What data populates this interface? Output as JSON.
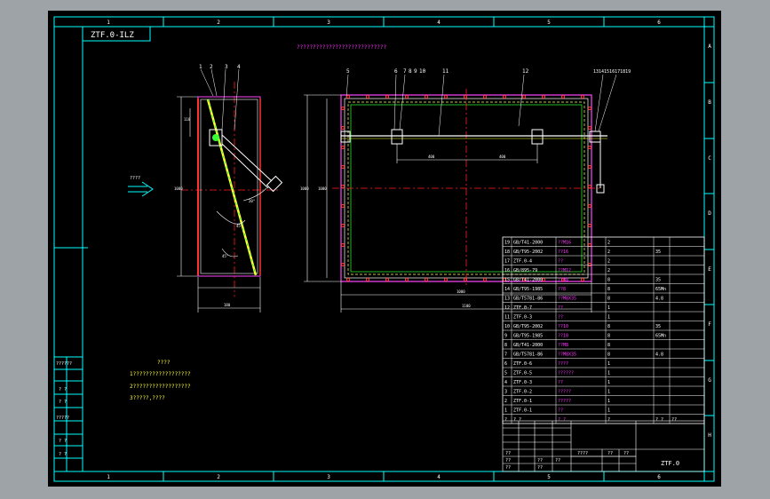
{
  "colors": {
    "frame": "#00ffff",
    "text": "#ffffff",
    "text_green": "#33ff33",
    "text_magenta": "#ff33ff",
    "red_part": "#ff3333",
    "centerline": "#ff2020",
    "hatch": "#ffff33",
    "yellow_line": "#ffff00"
  },
  "drawing": {
    "code_box": "ZTF.0-ILZ",
    "header_note": "????????????????????????????",
    "flow_label": "????",
    "front_callouts": [
      "1",
      "2",
      "3",
      "4"
    ],
    "plan_callouts": [
      "5",
      "6",
      "7",
      "8",
      "9",
      "10",
      "11",
      "12"
    ],
    "plan_callouts_right": "13141516171819",
    "front_dims": {
      "width": "180",
      "top": "118",
      "height": "1000",
      "angle_a": "45°",
      "angle_b": "45°",
      "angle_c": "20°"
    },
    "plan_dims": {
      "height": "1000",
      "height_inner": "1000",
      "width_inner": "1000",
      "width_outer": "1100",
      "span_left": "400",
      "span_right": "400"
    }
  },
  "notes": {
    "title": "????",
    "lines": [
      "1??????????????????",
      "2??????????????????",
      "3?????,????"
    ]
  },
  "frame": {
    "col_labels": [
      "1",
      "2",
      "3",
      "4",
      "5",
      "6"
    ],
    "row_labels": [
      "A",
      "B",
      "C",
      "D",
      "E",
      "F",
      "G",
      "H"
    ],
    "left_strip": [
      "??????",
      "? ?",
      "? ?",
      "?????",
      "? ?",
      "? ?"
    ]
  },
  "bom": {
    "rows": [
      [
        "19",
        "GB/T41-2000",
        "??M16",
        "2",
        "",
        ""
      ],
      [
        "18",
        "GB/T95-2002",
        "??16",
        "2",
        "35",
        ""
      ],
      [
        "17",
        "ZTF.0-4",
        "??",
        "2",
        "",
        ""
      ],
      [
        "16",
        "GB/895-79",
        "??M12",
        "2",
        "",
        ""
      ],
      [
        "15",
        "GB/T41-2000",
        "??M8",
        "8",
        "35",
        ""
      ],
      [
        "14",
        "GB/T95-1985",
        "??8",
        "8",
        "65Mn",
        ""
      ],
      [
        "13",
        "GB/T5781-86",
        "??M8X35",
        "8",
        "4.8",
        ""
      ],
      [
        "12",
        "ZTF.0-7",
        "??",
        "1",
        "",
        ""
      ],
      [
        "11",
        "ZTF.0-3",
        "??",
        "1",
        "",
        ""
      ],
      [
        "10",
        "GB/T95-2002",
        "??10",
        "8",
        "35",
        ""
      ],
      [
        "9",
        "GB/T95-1985",
        "??10",
        "8",
        "65Mn",
        ""
      ],
      [
        "8",
        "GB/T41-2000",
        "??M8",
        "8",
        "",
        ""
      ],
      [
        "7",
        "GB/T5781-86",
        "??M8X35",
        "8",
        "4.8",
        ""
      ],
      [
        "6",
        "ZTF.0-6",
        "????",
        "1",
        "",
        ""
      ],
      [
        "5",
        "ZTF.0-5",
        "??????",
        "1",
        "",
        ""
      ],
      [
        "4",
        "ZTF.0-3",
        "??",
        "1",
        "",
        ""
      ],
      [
        "3",
        "ZTF.0-2",
        "?????",
        "1",
        "",
        ""
      ],
      [
        "2",
        "ZTF.0-1",
        "?????",
        "1",
        "",
        ""
      ],
      [
        "1",
        "ZTF.0-1",
        "??",
        "1",
        "",
        ""
      ]
    ],
    "header": [
      "?",
      "? ?",
      "? ?",
      "?",
      "? ?",
      "??"
    ],
    "title_code": "ZTF.0",
    "scale_row": [
      "????",
      "??",
      "??"
    ],
    "tb_small": [
      "??",
      "??",
      "??",
      "??",
      "??",
      "??"
    ]
  }
}
